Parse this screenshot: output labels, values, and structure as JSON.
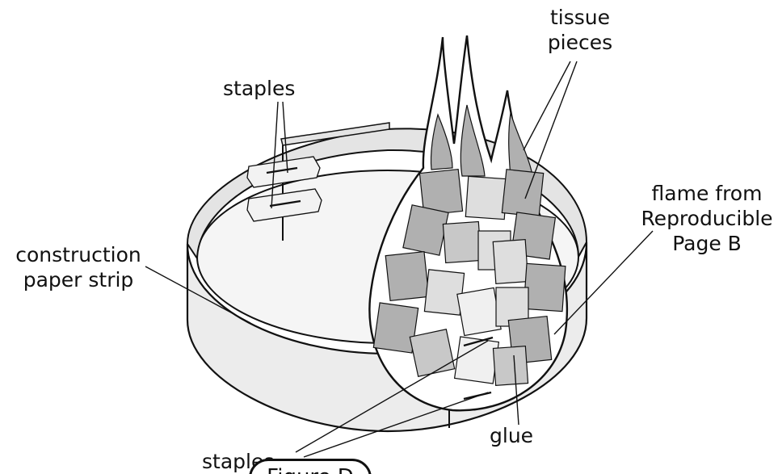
{
  "labels": {
    "staples_top": "staples",
    "tissue_pieces": "tissue\npieces",
    "flame_from": "flame from\nReproducible\nPage B",
    "construction_paper": "construction\npaper strip",
    "staples_bottom": "staples",
    "glue": "glue",
    "figure": "Figure D"
  },
  "colors": {
    "ink": "#111111",
    "band": "#ececec",
    "tissue_dark": "#b0b0b0",
    "tissue_mid": "#c8c8c8",
    "tissue_light": "#dedede",
    "tissue_pale": "#f0f0f0"
  }
}
